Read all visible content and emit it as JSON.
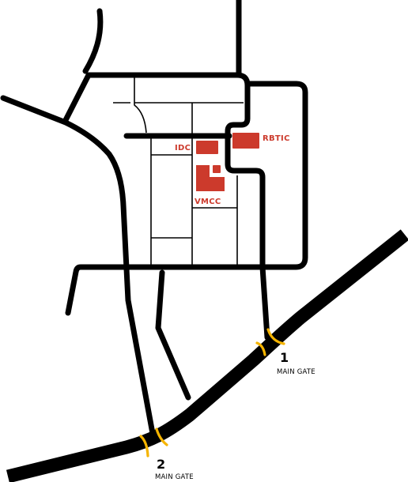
{
  "colors": {
    "building": "#cc3a2c",
    "road": "#000000",
    "gate_marker": "#f5b400",
    "background": "#ffffff"
  },
  "buildings": {
    "idc": {
      "label": "IDC"
    },
    "rbtic": {
      "label": "RBTIC"
    },
    "vmcc": {
      "label": "VMCC"
    }
  },
  "gates": [
    {
      "number": "1",
      "label": "MAIN GATE"
    },
    {
      "number": "2",
      "label": "MAIN GATE"
    }
  ]
}
